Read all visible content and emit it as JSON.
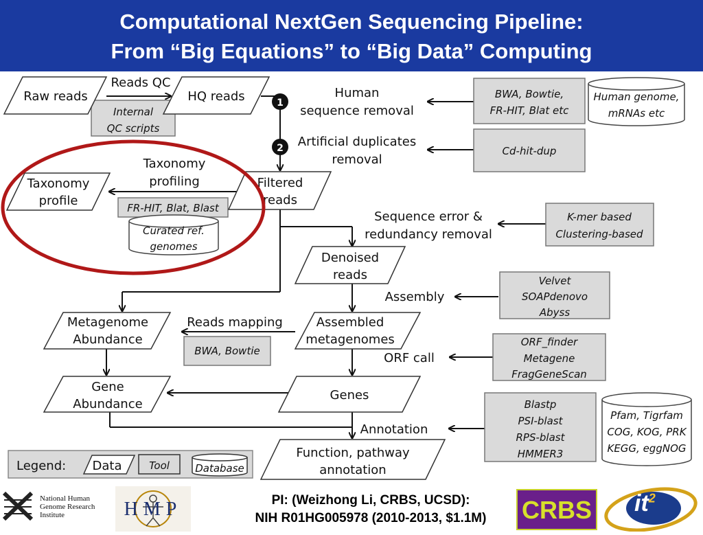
{
  "header": {
    "title_line1": "Computational NextGen Sequencing Pipeline:",
    "title_line2": "From “Big Equations” to “Big Data” Computing"
  },
  "diagram": {
    "data_nodes": {
      "raw_reads": "Raw reads",
      "hq_reads": "HQ reads",
      "taxonomy_profile_1": "Taxonomy",
      "taxonomy_profile_2": "profile",
      "filtered_reads_1": "Filtered",
      "filtered_reads_2": "reads",
      "denoised_1": "Denoised",
      "denoised_2": "reads",
      "metagenome_abundance_1": "Metagenome",
      "metagenome_abundance_2": "Abundance",
      "assembled_1": "Assembled",
      "assembled_2": "metagenomes",
      "gene_abundance_1": "Gene",
      "gene_abundance_2": "Abundance",
      "genes": "Genes",
      "function_1": "Function, pathway",
      "function_2": "annotation"
    },
    "tools": {
      "internal_qc_1": "Internal",
      "internal_qc_2": "QC scripts",
      "bwa_bowtie_1": "BWA, Bowtie,",
      "bwa_bowtie_2": "FR-HIT, Blat etc",
      "cd_hit_dup": "Cd-hit-dup",
      "frhit_blat_blast": "FR-HIT, Blat, Blast",
      "kmer_1": "K-mer based",
      "kmer_2": "Clustering-based",
      "velvet_1": "Velvet",
      "velvet_2": "SOAPdenovo",
      "velvet_3": "Abyss",
      "bwa_bowtie_map": "BWA, Bowtie",
      "orf_1": "ORF_finder",
      "orf_2": "Metagene",
      "orf_3": "FragGeneScan",
      "blast_1": "Blastp",
      "blast_2": "PSI-blast",
      "blast_3": "RPS-blast",
      "blast_4": "HMMER3"
    },
    "databases": {
      "human_genome_1": "Human genome,",
      "human_genome_2": "mRNAs etc",
      "curated_1": "Curated ref.",
      "curated_2": "genomes",
      "pfam_1": "Pfam, Tigrfam",
      "pfam_2": "COG, KOG, PRK",
      "pfam_3": "KEGG, eggNOG"
    },
    "steps": {
      "reads_qc": "Reads QC",
      "step1_badge": "1",
      "step2_badge": "2",
      "human_removal_1": "Human",
      "human_removal_2": "sequence removal",
      "artificial_1": "Artificial duplicates",
      "artificial_2": "removal",
      "taxonomy_profiling_1": "Taxonomy",
      "taxonomy_profiling_2": "profiling",
      "seq_error_1": "Sequence error &",
      "seq_error_2": "redundancy removal",
      "assembly": "Assembly",
      "reads_mapping": "Reads mapping",
      "orf_call": "ORF call",
      "annotation": "Annotation"
    },
    "legend": {
      "label": "Legend:",
      "data": "Data",
      "tool": "Tool",
      "database": "Database"
    },
    "colors": {
      "tool_fill": "#dadada",
      "highlight_circle": "#b01818",
      "header_bg": "#1a3aa0"
    }
  },
  "footer": {
    "nhgri_1": "National Human",
    "nhgri_2": "Genome Research",
    "nhgri_3": "Institute",
    "hmp_logo": "HMP",
    "pi_line1": "PI: (Weizhong Li, CRBS, UCSD):",
    "pi_line2": "NIH R01HG005978 (2010-2013, $1.1M)",
    "crbs_logo": "CRBS",
    "it2_logo": "it",
    "it2_sup": "2"
  }
}
